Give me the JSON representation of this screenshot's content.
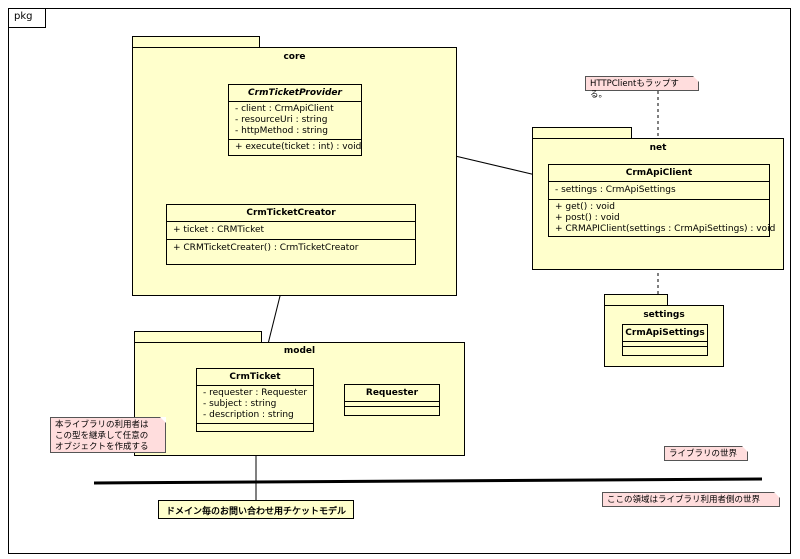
{
  "frame": {
    "label": "pkg"
  },
  "packages": {
    "core": "core",
    "net": "net",
    "settings": "settings",
    "model": "model"
  },
  "classes": {
    "crm_ticket_provider": {
      "name": "CrmTicketProvider",
      "attributes": [
        "- client : CrmApiClient",
        "- resourceUri : string",
        "- httpMethod : string"
      ],
      "operations": [
        "+ execute(ticket : int) : void"
      ]
    },
    "crm_ticket_creator": {
      "name": "CrmTicketCreator",
      "attributes": [
        "+ ticket : CRMTicket"
      ],
      "operations": [
        "+ CRMTicketCreater() : CrmTicketCreator"
      ]
    },
    "crm_api_client": {
      "name": "CrmApiClient",
      "attributes": [
        "- settings : CrmApiSettings"
      ],
      "operations": [
        "+ get() : void",
        "+ post() : void",
        "+ CRMAPIClient(settings : CrmApiSettings) : void"
      ]
    },
    "crm_api_settings": {
      "name": "CrmApiSettings"
    },
    "crm_ticket": {
      "name": "CrmTicket",
      "attributes": [
        "- requester : Requester",
        "- subject : string",
        "- description : string"
      ]
    },
    "requester": {
      "name": "Requester"
    },
    "domain_model": {
      "name": "ドメイン毎のお問い合わせ用チケットモデル"
    }
  },
  "notes": {
    "httpclient": "HTTPClientもラップする。",
    "library_user": [
      "本ライブラリの利用者は",
      "この型を継承して任意の",
      "オブジェクトを作成する"
    ],
    "library_world": "ライブラリの世界",
    "user_side": "ここの領域はライブラリ利用者側の世界"
  }
}
